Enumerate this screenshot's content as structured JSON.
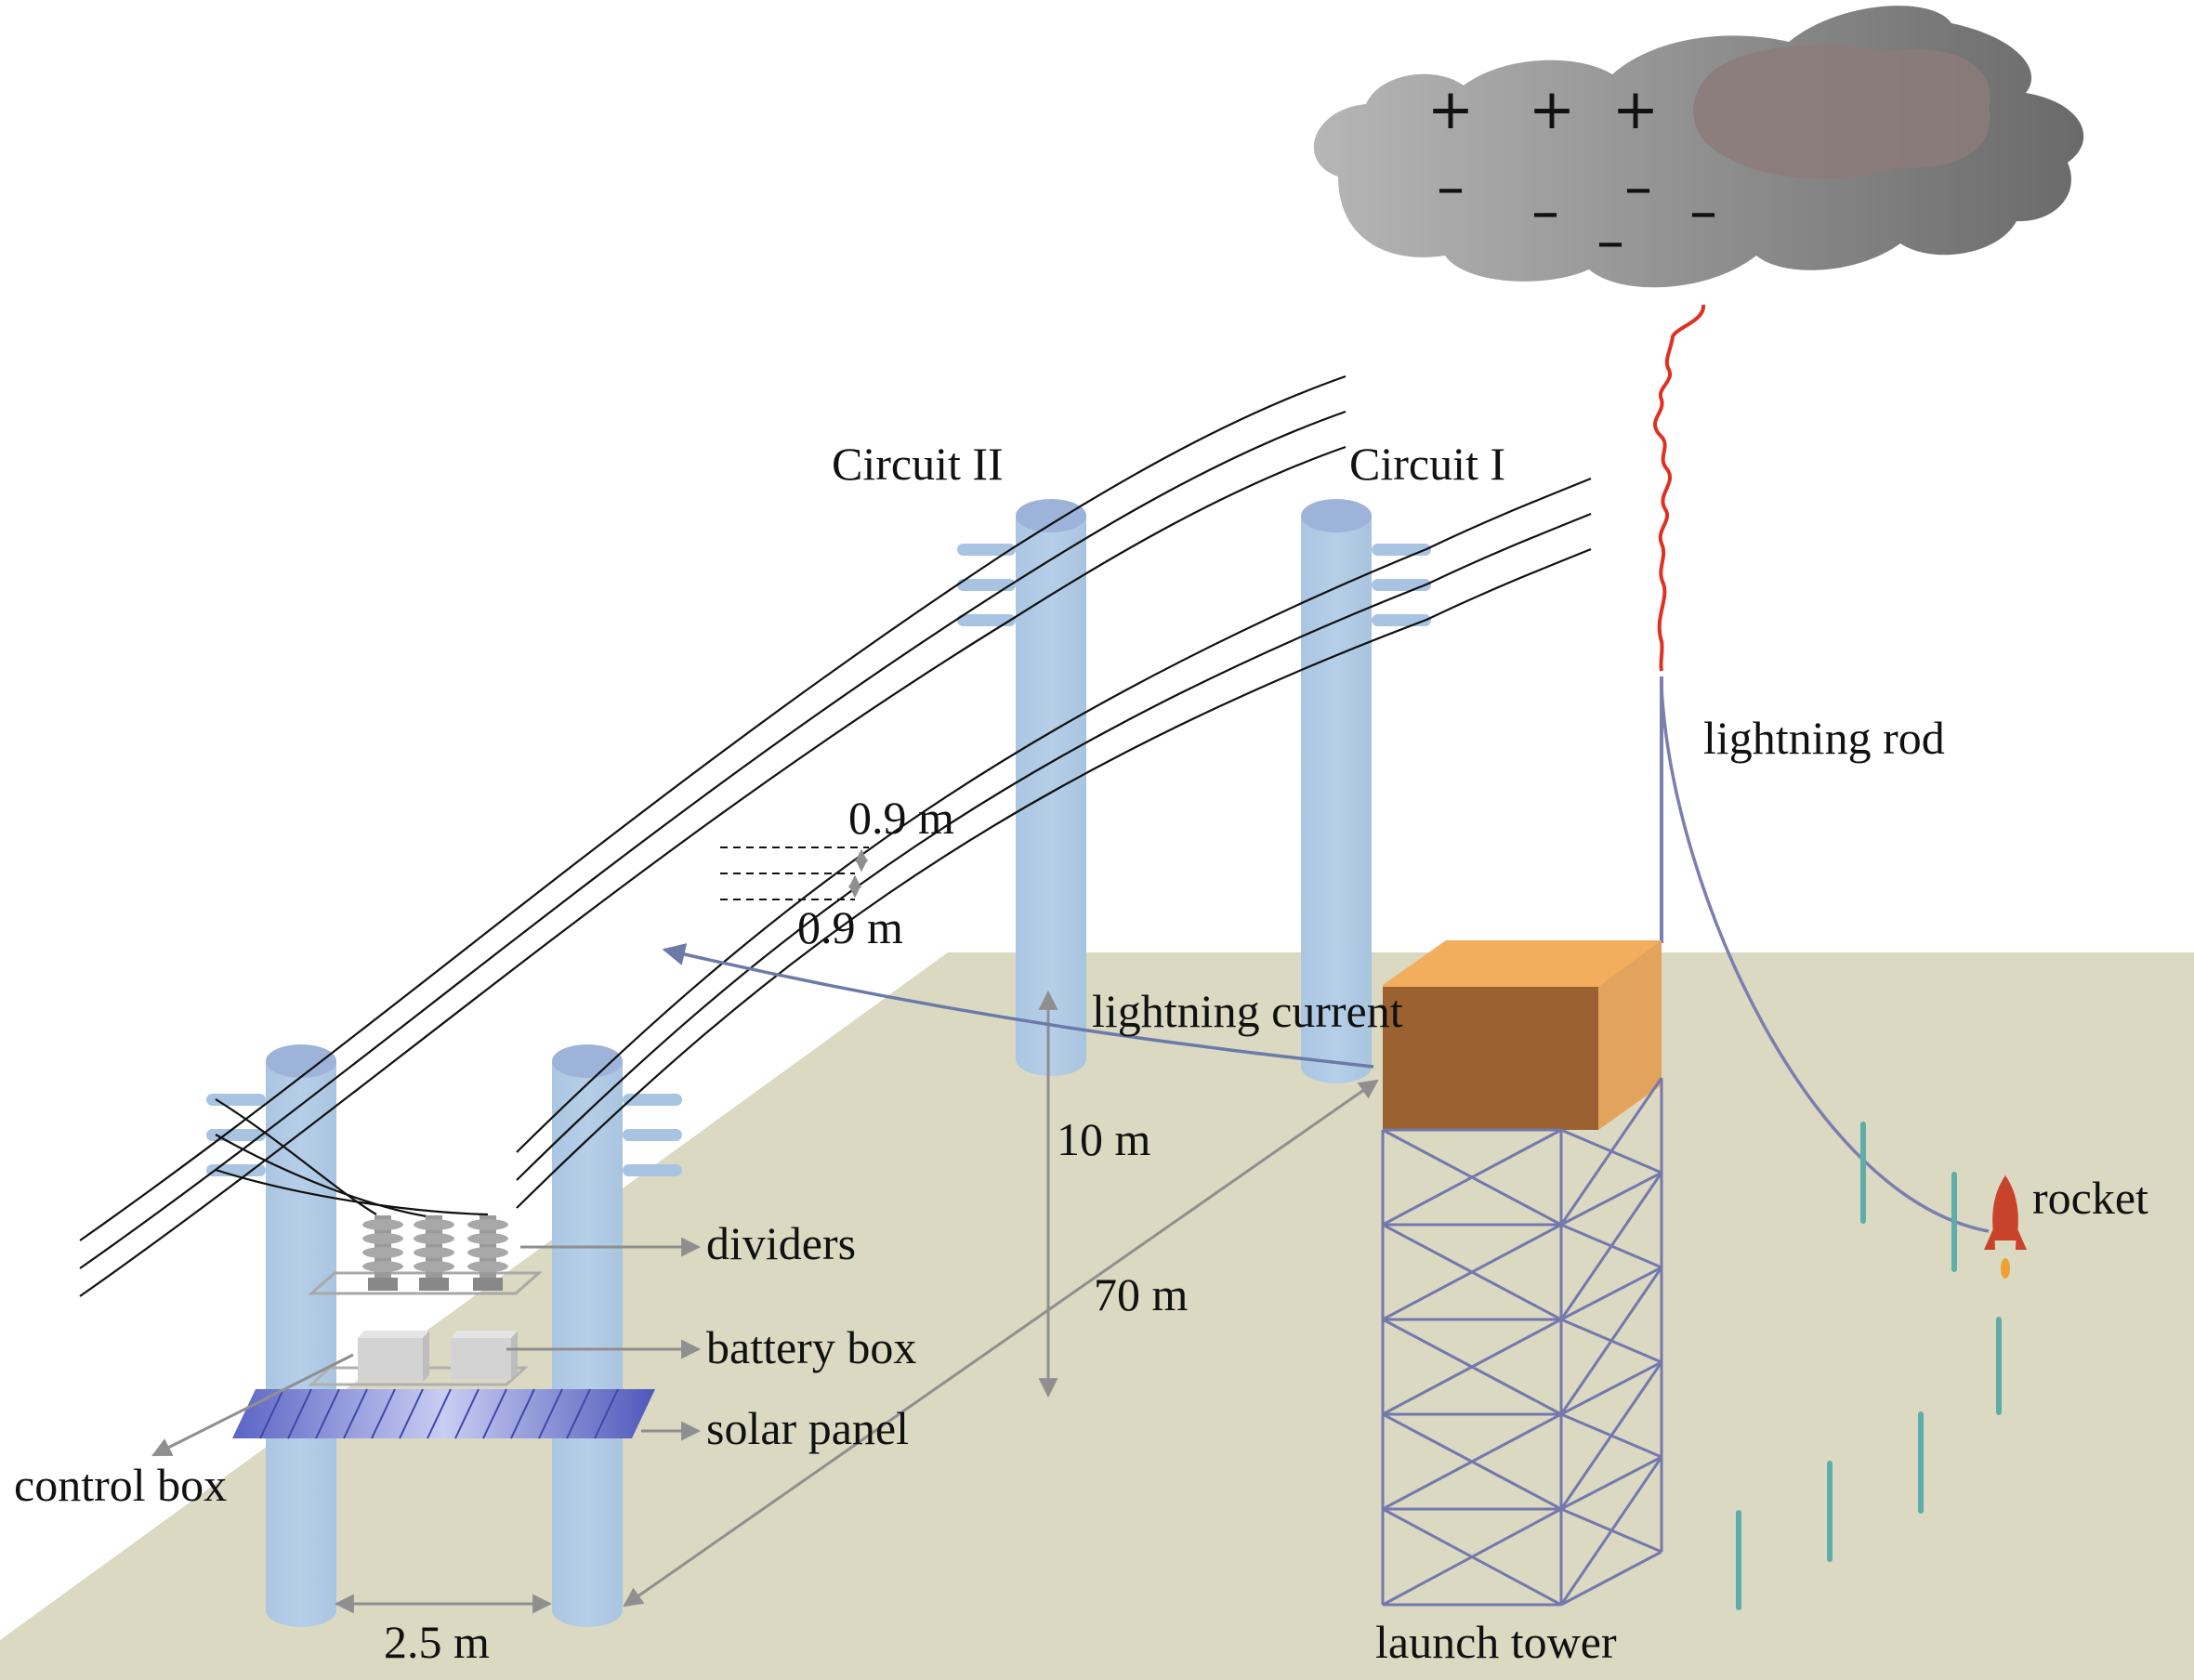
{
  "diagram": {
    "cloud_charges": {
      "positive": [
        "+",
        "+",
        "+"
      ],
      "negative": [
        "–",
        "–",
        "–",
        "–",
        "–"
      ]
    },
    "labels": {
      "circuit_2": "Circuit II",
      "circuit_1": "Circuit I",
      "lightning_rod": "lightning rod",
      "lightning_current": "lightning current",
      "rocket": "rocket",
      "launch_tower": "launch tower",
      "dividers": "dividers",
      "battery_box": "battery box",
      "solar_panel": "solar panel",
      "control_box": "control box"
    },
    "dimensions": {
      "upper_spacing": "0.9 m",
      "lower_spacing": "0.9 m",
      "pole_height": "10 m",
      "distance_to_tower": "70 m",
      "pole_spacing": "2.5 m"
    },
    "colors": {
      "ground": "#dbd9c1",
      "pole": "#b1cbe5",
      "pole_top": "#9db3da",
      "cloud_dark": "#6e6e6e",
      "cloud_light": "#b4b4b4",
      "cloud_core": "#8c7b79",
      "lightning": "#e03020",
      "box_front": "#9b6130",
      "box_top": "#f2ad5d",
      "box_side": "#e2a35d",
      "truss": "#7478ad",
      "rocket": "#c9432c",
      "markers": "#5fada8"
    }
  }
}
